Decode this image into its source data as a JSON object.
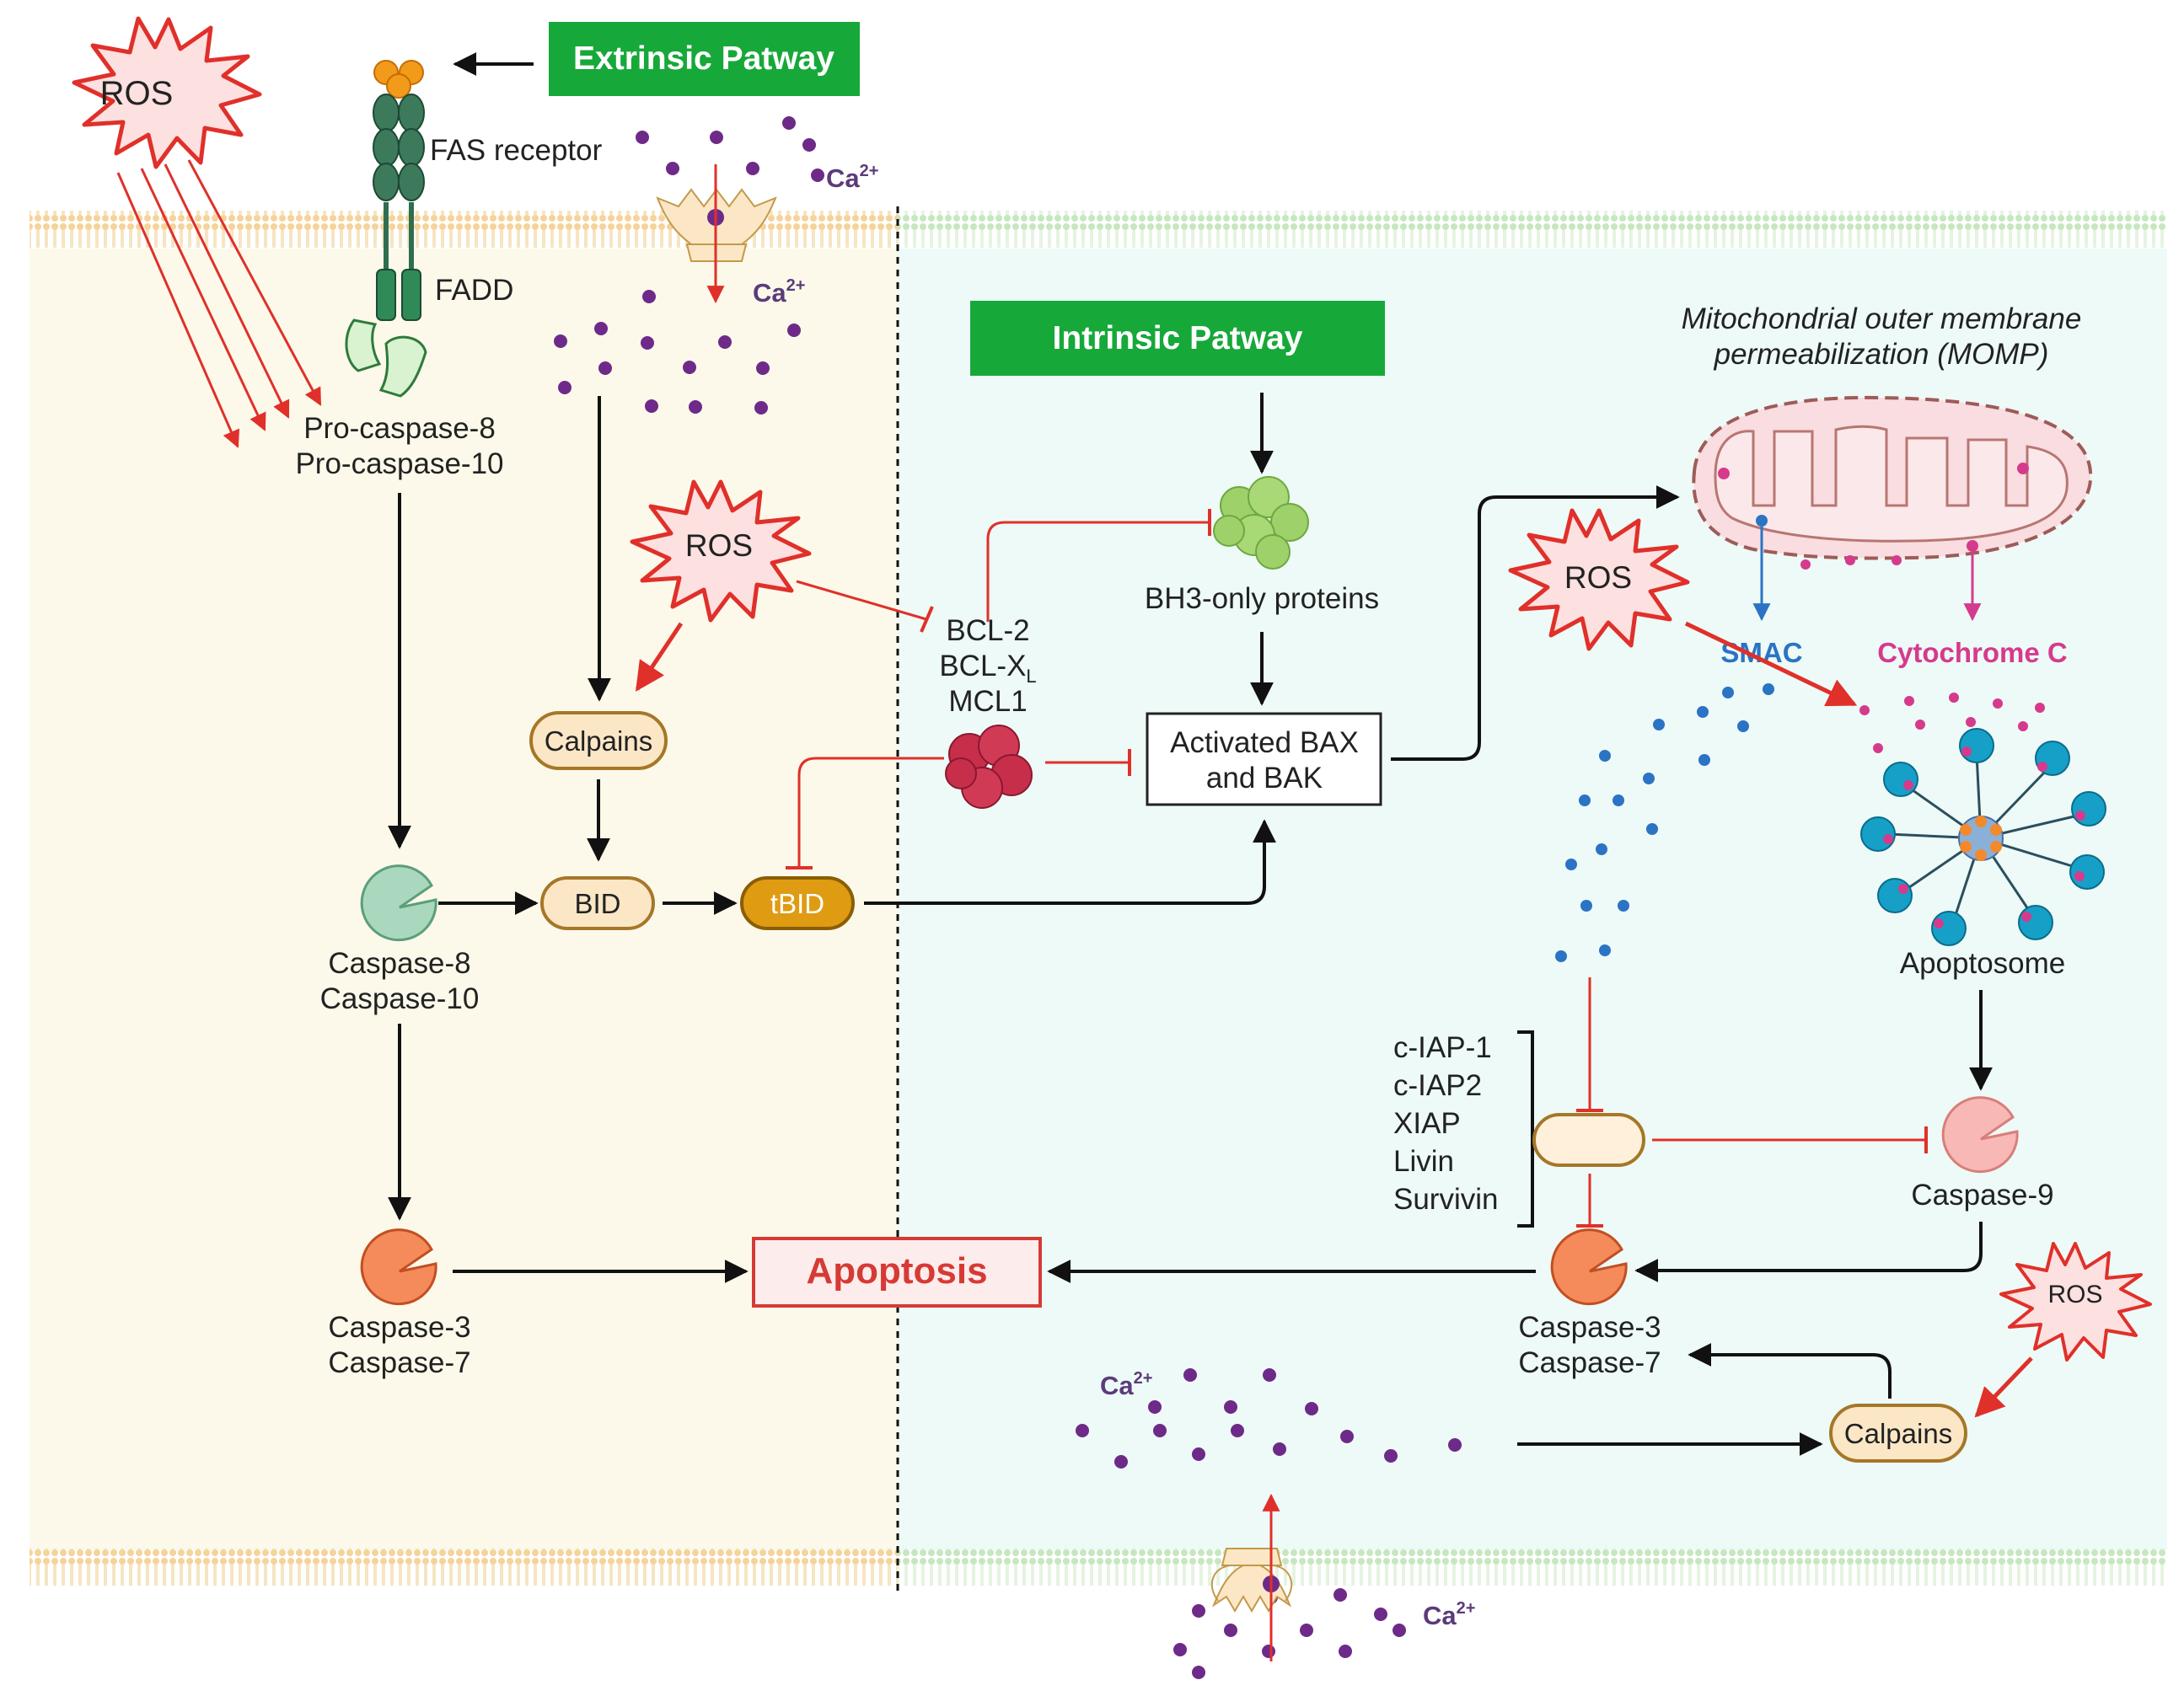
{
  "extrinsic": {
    "title": "Extrinsic Patway",
    "fas_receptor": "FAS receptor",
    "fadd": "FADD",
    "procaspase_8": "Pro-caspase-8",
    "procaspase_10": "Pro-caspase-10",
    "calpains": "Calpains",
    "caspase_8": "Caspase-8",
    "caspase_10": "Caspase-10",
    "bid": "BID",
    "tbid": "tBID",
    "caspase_3": "Caspase-3",
    "caspase_7": "Caspase-7"
  },
  "intrinsic": {
    "title": "Intrinsic Patway",
    "bh3": "BH3-only proteins",
    "bcl2": "BCL-2",
    "bclxl": "BCL-X",
    "bclxl_sub": "L",
    "mcl1": "MCL1",
    "bax_line1": "Activated BAX",
    "bax_line2": "and BAK",
    "momp_line1": "Mitochondrial outer membrane",
    "momp_line2": "permeabilization (MOMP)",
    "smac": "SMAC",
    "cytochrome": "Cytochrome C",
    "apoptosome": "Apoptosome",
    "caspase_9": "Caspase-9",
    "iaps": [
      "c-IAP-1",
      "c-IAP2",
      "XIAP",
      "Livin",
      "Survivin"
    ],
    "caspase_3": "Caspase-3",
    "caspase_7": "Caspase-7",
    "calpains": "Calpains"
  },
  "apoptosis": "Apoptosis",
  "ros": "ROS",
  "calcium": {
    "base": "Ca",
    "charge": "2+"
  },
  "colors": {
    "green_box": "#17a83a",
    "inhibit_red": "#e0302a",
    "apoptosis_red": "#d63a35",
    "ros_fill": "#fde0e0",
    "ros_stroke": "#e0302a",
    "extrinsic_bg": "#fcf9ea",
    "intrinsic_bg": "#edfaf7",
    "calcium_purple": "#6e2a88",
    "smac_blue": "#2b73c4",
    "cytochrome_pink": "#d63a8c"
  }
}
